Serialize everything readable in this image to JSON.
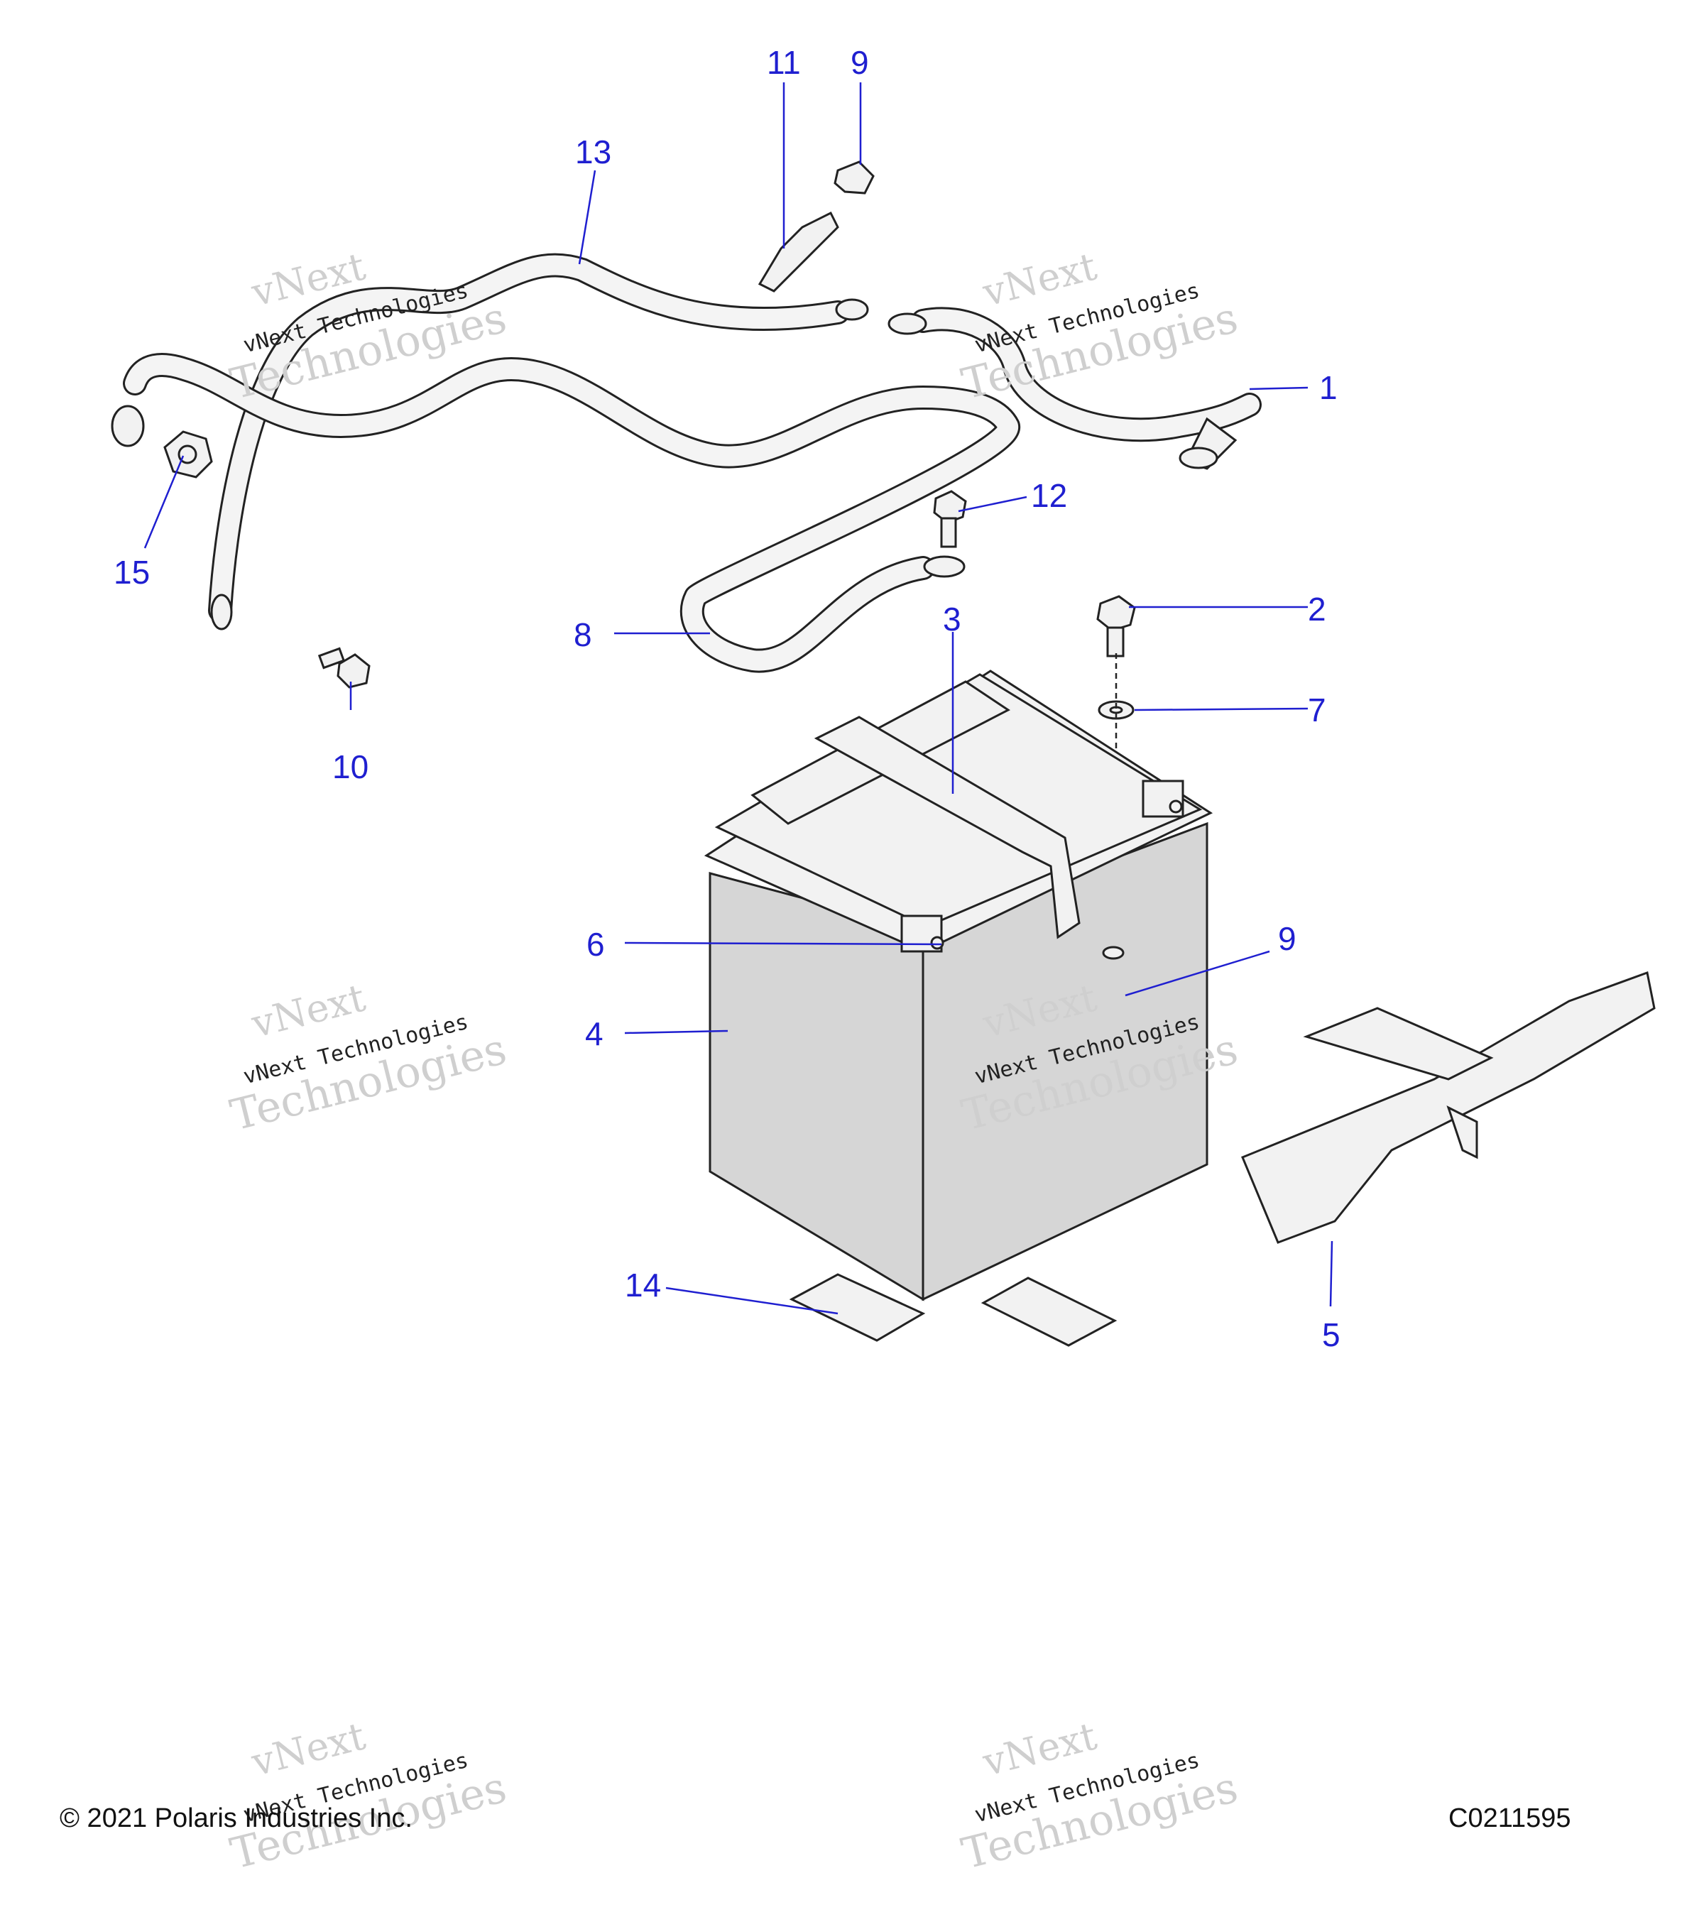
{
  "callouts": {
    "c1": "1",
    "c2": "2",
    "c3": "3",
    "c4": "4",
    "c5": "5",
    "c6": "6",
    "c7": "7",
    "c8": "8",
    "c9a": "9",
    "c9b": "9",
    "c10": "10",
    "c11": "11",
    "c12": "12",
    "c13": "13",
    "c14": "14",
    "c15": "15"
  },
  "watermark": {
    "line1": "vNext",
    "line2": "vNext Technologies",
    "line3": "Technologies"
  },
  "footer": {
    "copyright": "© 2021 Polaris Industries Inc.",
    "code": "C0211595"
  },
  "colors": {
    "callout": "#1f1fd0",
    "battery_side": "#d4d4d4"
  }
}
